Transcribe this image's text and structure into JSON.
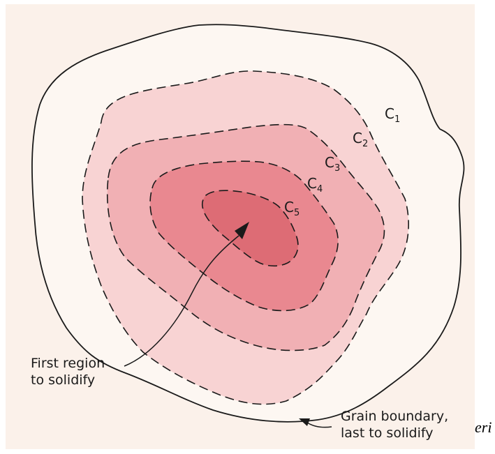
{
  "diagram": {
    "contours": [
      {
        "letter": "C",
        "sub": "1"
      },
      {
        "letter": "C",
        "sub": "2"
      },
      {
        "letter": "C",
        "sub": "3"
      },
      {
        "letter": "C",
        "sub": "4"
      },
      {
        "letter": "C",
        "sub": "5"
      }
    ],
    "first_region": {
      "line1": "First region",
      "line2": "to solidify"
    },
    "grain_boundary": {
      "line1": "Grain boundary,",
      "line2": "last to solidify"
    },
    "edge_text": "eri",
    "colors": {
      "paper": "#fbf1ea",
      "zone2": "#f8d3d3",
      "zone3": "#f1b0b4",
      "zone4": "#e98890",
      "zone5": "#dd6c75",
      "lines": "#1a1a1a"
    }
  }
}
